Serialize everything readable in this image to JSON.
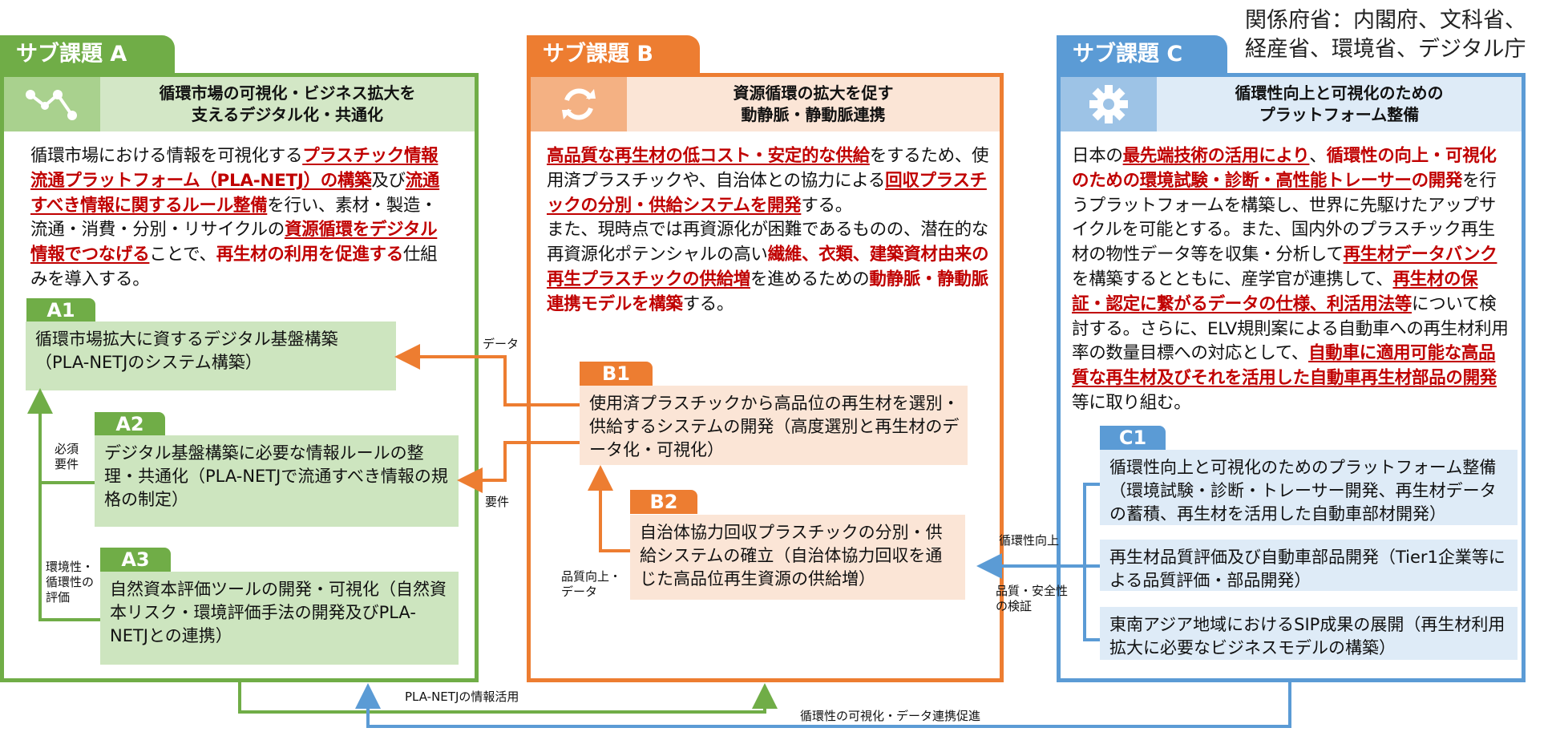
{
  "ministries": {
    "line1": "関係府省：内閣府、文科省、",
    "line2": "経産省、環境省、デジタル庁"
  },
  "colors": {
    "a": "#70AD47",
    "b": "#ED7D31",
    "c": "#5B9BD5",
    "emphasis": "#C00000"
  },
  "panel_a": {
    "tab": "サブ課題 A",
    "icon": "network-nodes-icon",
    "title_line1": "循環市場の可視化・ビジネス拡大を",
    "title_line2": "支えるデジタル化・共通化",
    "body": [
      {
        "t": "循環市場における情報を可視化する",
        "s": "n"
      },
      {
        "t": "プラスチック情報流通プラットフォーム（PLA-NETJ）の構築",
        "s": "redu"
      },
      {
        "t": "及び",
        "s": "n"
      },
      {
        "t": "流通すべき情報に関するルール整備",
        "s": "redu"
      },
      {
        "t": "を行い、素材・製造・流通・消費・分別・リサイクルの",
        "s": "n"
      },
      {
        "t": "資源循環をデジタル情報でつなげる",
        "s": "redu"
      },
      {
        "t": "ことで、",
        "s": "n"
      },
      {
        "t": "再生材の利用を促進する",
        "s": "red"
      },
      {
        "t": "仕組みを導入する。",
        "s": "n"
      }
    ],
    "items": [
      {
        "id": "A1",
        "text": "循環市場拡大に資するデジタル基盤構築（PLA-NETJのシステム構築）"
      },
      {
        "id": "A2",
        "text": "デジタル基盤構築に必要な情報ルールの整理・共通化（PLA-NETJで流通すべき情報の規格の制定）"
      },
      {
        "id": "A3",
        "text": "自然資本評価ツールの開発・可視化（自然資本リスク・環境評価手法の開発及びPLA-NETJとの連携）"
      }
    ],
    "label_required": "必須要件",
    "label_env": "環境性・循環性の評価"
  },
  "panel_b": {
    "tab": "サブ課題 B",
    "icon": "refresh-cycle-icon",
    "title_line1": "資源循環の拡大を促す",
    "title_line2": "動静脈・静動脈連携",
    "body": [
      {
        "t": "高品質な再生材の低コスト・安定的な供給",
        "s": "redu"
      },
      {
        "t": "をするため、使用済プラスチックや、自治体との協力による",
        "s": "n"
      },
      {
        "t": "回収プラスチックの分別・供給システムを開発",
        "s": "redu"
      },
      {
        "t": "する。",
        "s": "n"
      },
      {
        "t": "また、現時点では再資源化が困難であるものの、潜在的な再資源化ポテンシャルの高い",
        "s": "n",
        "br": true
      },
      {
        "t": "繊維、衣類、建築資材由来の",
        "s": "red"
      },
      {
        "t": "再生プラスチックの供給増",
        "s": "redu"
      },
      {
        "t": "を進めるための",
        "s": "n"
      },
      {
        "t": "動静脈・静動脈連携モデルを構築",
        "s": "red"
      },
      {
        "t": "する。",
        "s": "n"
      }
    ],
    "items": [
      {
        "id": "B1",
        "text": "使用済プラスチックから高品位の再生材を選別・供給するシステムの開発（高度選別と再生材のデータ化・可視化）"
      },
      {
        "id": "B2",
        "text": "自治体協力回収プラスチックの分別・供給システムの確立（自治体協力回収を通じた高品位再生資源の供給増）"
      }
    ],
    "label_quality": "品質向上・データ"
  },
  "panel_c": {
    "tab": "サブ課題 C",
    "icon": "gear-icon",
    "title_line1": "循環性向上と可視化のための",
    "title_line2": "プラットフォーム整備",
    "body": [
      {
        "t": "日本の",
        "s": "n"
      },
      {
        "t": "最先端技術の活用により",
        "s": "redu"
      },
      {
        "t": "、",
        "s": "n"
      },
      {
        "t": "循環性の向上・可視化のための",
        "s": "red"
      },
      {
        "t": "環境試験・診断・高性能トレーサー",
        "s": "redu"
      },
      {
        "t": "の開発",
        "s": "red"
      },
      {
        "t": "を行うプラットフォームを構築し、世界に先駆けたアップサイクルを可能とする。また、国内外のプラスチック再生材の物性データ等を収集・分析して",
        "s": "n"
      },
      {
        "t": "再生材データバンク",
        "s": "redu"
      },
      {
        "t": "を構築するとともに、産学官が連携して、",
        "s": "n"
      },
      {
        "t": "再生材の保証・認定に繋がるデータの仕様、利活用法等",
        "s": "redu"
      },
      {
        "t": "について検討する。さらに、ELV規則案による自動車への再生材利用率の数量目標への対応として、",
        "s": "n"
      },
      {
        "t": "自動車に適用可能な高品質な再生材及びそれを活用した自動車再生材部品の開発",
        "s": "redu"
      },
      {
        "t": "等に取り組む。",
        "s": "n"
      }
    ],
    "c1_tab": "C1",
    "items": [
      {
        "text": "循環性向上と可視化のためのプラットフォーム整備（環境試験・診断・トレーサー開発、再生材データの蓄積、再生材を活用した自動車部材開発）"
      },
      {
        "text": "再生材品質評価及び自動車部品開発（Tier1企業等による品質評価・部品開発）"
      },
      {
        "text": "東南アジア地域におけるSIP成果の展開（再生材利用拡大に必要なビジネスモデルの構築）"
      }
    ],
    "label_circularity": "循環性向上",
    "label_safety": "品質・安全性の検証"
  },
  "flows": {
    "data": "データ",
    "requirement": "要件",
    "plа_netj_use": "PLA-NETJの情報活用",
    "visualization": "循環性の可視化・データ連携促進"
  }
}
